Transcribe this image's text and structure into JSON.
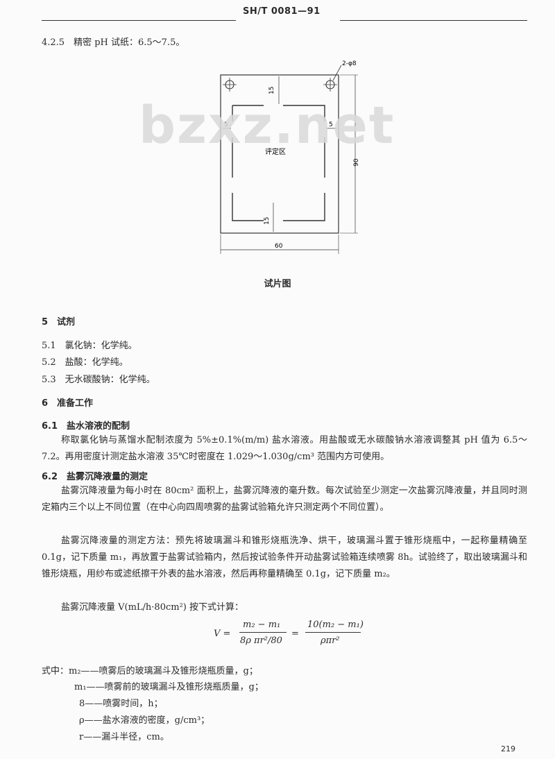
{
  "header": {
    "code": "SH/T 0081—91"
  },
  "section_425": "4.2.5　精密 pH 试纸：6.5～7.5。",
  "figure": {
    "holes": "2-φ8",
    "dim_top": "15",
    "dim_side_left": "5",
    "dim_side_right": "5",
    "dim_bottom_inner": "15",
    "dim_height": "90",
    "dim_width": "60",
    "zone_label": "评定区",
    "caption": "试片图"
  },
  "watermark": "bzxz.net",
  "sec5": {
    "title": "5　试剂",
    "items": [
      "5.1　氯化钠：化学纯。",
      "5.2　盐酸：化学纯。",
      "5.3　无水碳酸钠：化学纯。"
    ]
  },
  "sec6": {
    "title": "6　准备工作",
    "s61_title": "6.1　盐水溶液的配制",
    "s61_body": "称取氯化钠与蒸馏水配制浓度为 5%±0.1%(m/m) 盐水溶液。用盐酸或无水碳酸钠水溶液调整其 pH 值为 6.5～7.2。再用密度计测定盐水溶液 35℃时密度在 1.029～1.030g/cm³ 范围内方可使用。",
    "s62_title": "6.2　盐雾沉降液量的测定",
    "s62_body1": "盐雾沉降液量为每小时在 80cm² 面积上，盐雾沉降液的毫升数。每次试验至少测定一次盐雾沉降液量，并且同时测定箱内三个以上不同位置（在中心向四周喷雾的盐雾试验箱允许只测定两个不同位置）。",
    "s62_body2": "盐雾沉降液量的测定方法：预先将玻璃漏斗和锥形烧瓶洗净、烘干，玻璃漏斗置于锥形烧瓶中，一起称量精确至 0.1g，记下质量 m₁，再放置于盐雾试验箱内，然后按试验条件开动盐雾试验箱连续喷雾 8h。试验终了，取出玻璃漏斗和锥形烧瓶，用纱布或滤纸擦干外表的盐水溶液，然后再称量精确至 0.1g，记下质量 m₂。",
    "s62_body3": "盐雾沉降液量 V(mL/h·80cm²) 按下式计算："
  },
  "formula": {
    "lhs": "V =",
    "num1": "m₂ − m₁",
    "den1": "8ρ πr²/80",
    "eq": "=",
    "num2": "10(m₂ − m₁)",
    "den2": "ρπr²"
  },
  "definitions": [
    {
      "sym": "式中：m₂",
      "text": "——喷雾后的玻璃漏斗及锥形烧瓶质量，g；"
    },
    {
      "sym": "m₁",
      "text": "——喷雾前的玻璃漏斗及锥形烧瓶质量，g；"
    },
    {
      "sym": "8",
      "text": "——喷雾时间，h；"
    },
    {
      "sym": "ρ",
      "text": "——盐水溶液的密度，g/cm³；"
    },
    {
      "sym": "r",
      "text": "——漏斗半径，cm。"
    }
  ],
  "page_number": "219"
}
